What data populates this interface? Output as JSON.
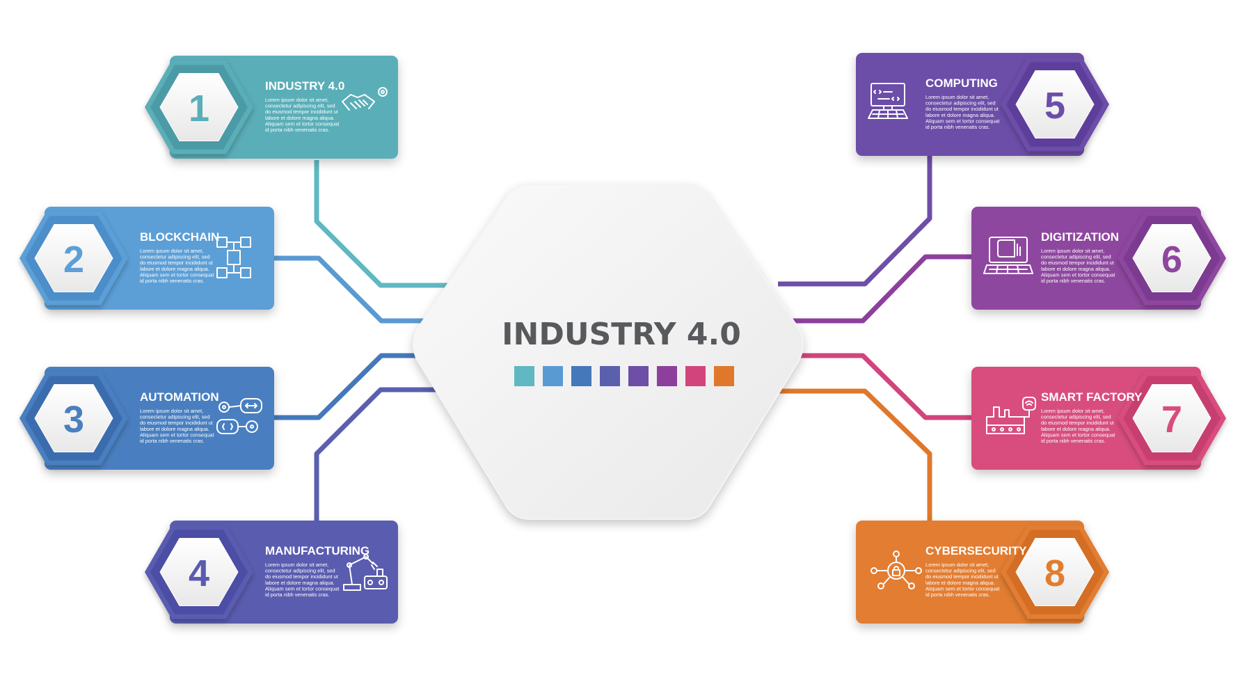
{
  "center": {
    "title": "INDUSTRY 4.0",
    "swatches": [
      "#5fb8c2",
      "#5a9ad3",
      "#4478bb",
      "#5a5fae",
      "#6e4ea6",
      "#8d3f9e",
      "#d2447c",
      "#e0782b"
    ]
  },
  "body_text": [
    "Lorem ipsum dolor sit amet,",
    "consectetur adipiscing elit, sed",
    "do eiusmod tempor incididunt ut",
    "labore et dolore magna aliqua.",
    "Aliquam sem et tortor consequat",
    "id porta nibh venenatis cras."
  ],
  "cards": [
    {
      "number": "1",
      "title": "INDUSTRY 4.0",
      "icon": "handshake-icon",
      "color": "#5aaeb8",
      "color_dark": "#3f8d98"
    },
    {
      "number": "2",
      "title": "BLOCKCHAIN",
      "icon": "blockchain-icon",
      "color": "#5c9fd6",
      "color_dark": "#3e7fbf"
    },
    {
      "number": "3",
      "title": "AUTOMATION",
      "icon": "automation-gears-icon",
      "color": "#4a7fc0",
      "color_dark": "#2f5f9f"
    },
    {
      "number": "4",
      "title": "MANUFACTURING",
      "icon": "robot-arm-icon",
      "color": "#5a5bb0",
      "color_dark": "#41429a"
    },
    {
      "number": "5",
      "title": "COMPUTING",
      "icon": "computer-code-icon",
      "color": "#6c4ea8",
      "color_dark": "#523590"
    },
    {
      "number": "6",
      "title": "DIGITIZATION",
      "icon": "laptop-document-icon",
      "color": "#8e469f",
      "color_dark": "#6f2f85"
    },
    {
      "number": "7",
      "title": "SMART FACTORY",
      "icon": "factory-wifi-icon",
      "color": "#d84d7e",
      "color_dark": "#b93565"
    },
    {
      "number": "8",
      "title": "CYBERSECURITY",
      "icon": "network-lock-icon",
      "color": "#e27d30",
      "color_dark": "#c7621a"
    }
  ]
}
